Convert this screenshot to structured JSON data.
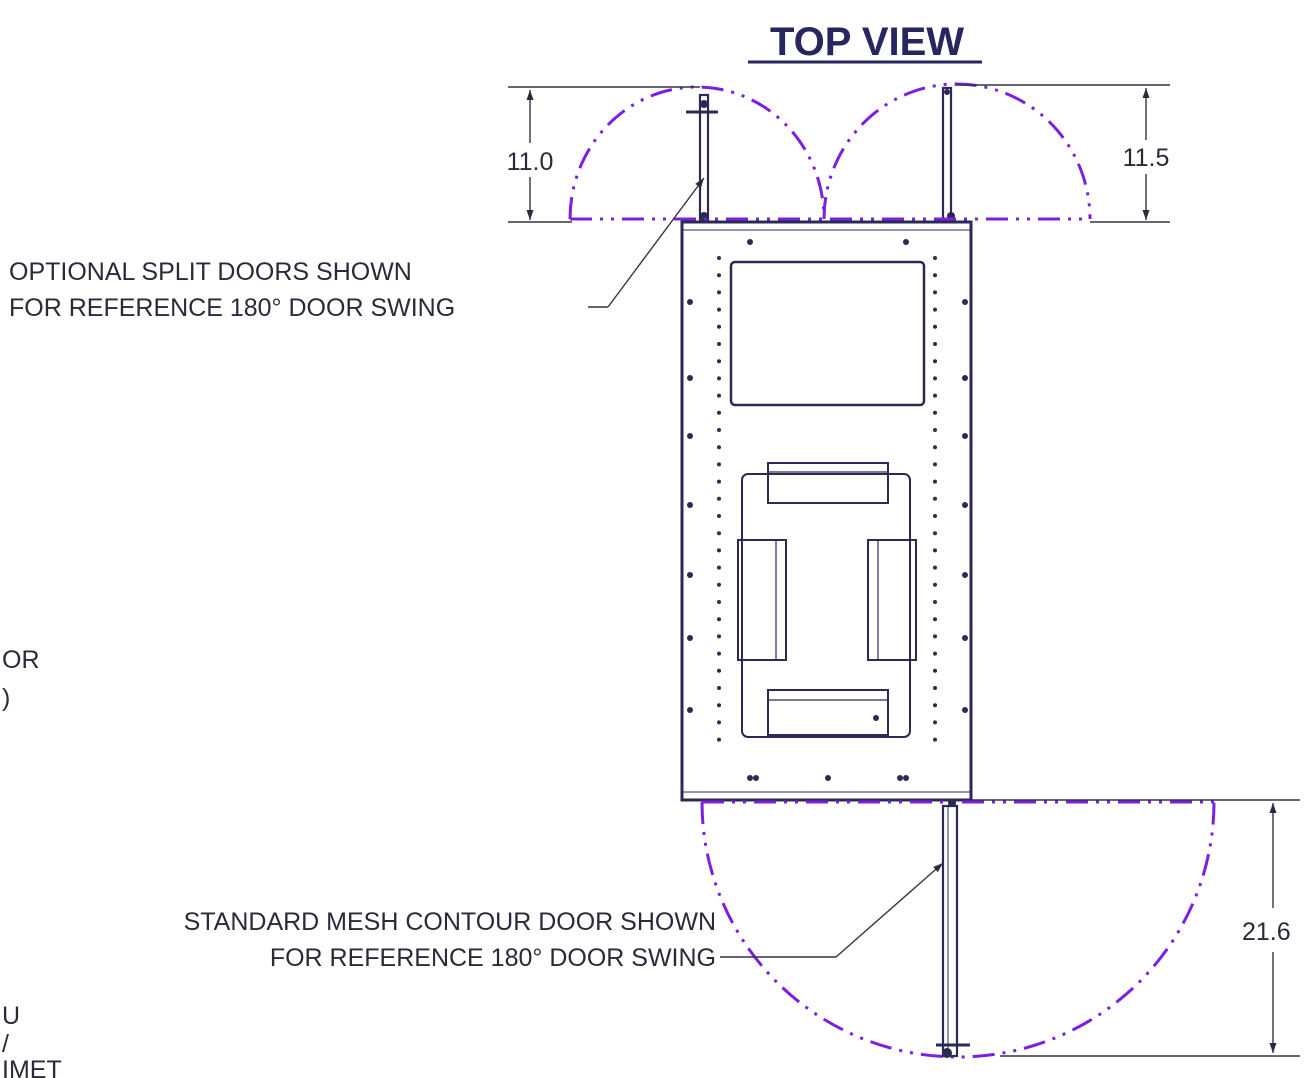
{
  "title": "TOP VIEW",
  "dimensions": {
    "left_door_depth": "11.0",
    "right_door_depth": "11.5",
    "bottom_door_depth": "21.6"
  },
  "callouts": {
    "split_doors": [
      "OPTIONAL SPLIT DOORS SHOWN",
      "FOR REFERENCE 180° DOOR SWING"
    ],
    "mesh_door": [
      "STANDARD MESH CONTOUR DOOR SHOWN",
      "FOR REFERENCE 180° DOOR SWING"
    ]
  },
  "cropped_text": [
    "OR",
    ")",
    "U",
    "/",
    "IMET"
  ],
  "colors": {
    "outline": "#2a2a55",
    "door_swing": "#7b1fe0",
    "title": "#27265e"
  }
}
